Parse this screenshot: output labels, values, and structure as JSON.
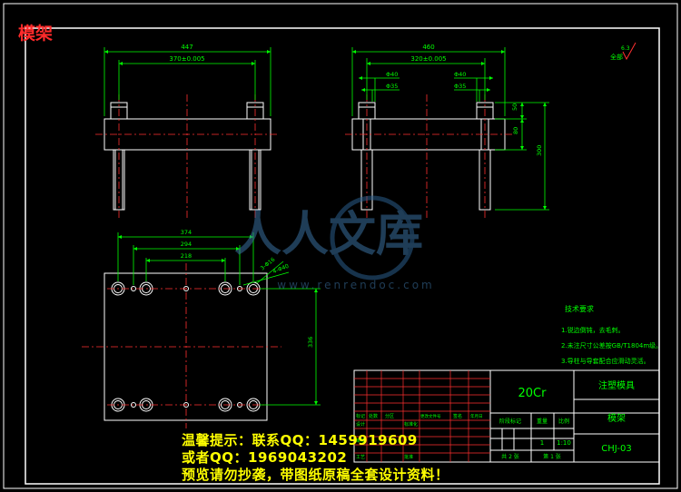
{
  "drawing": {
    "title": "模架",
    "colors": {
      "background": "#000000",
      "part": "#ffffff",
      "dimension": "#00ff00",
      "centerline": "#ff3030",
      "hatch": "#ffffff"
    },
    "views": {
      "front": {
        "dim_overall": "447",
        "dim_pitch": "370±0.005"
      },
      "side": {
        "dim_overall": "460",
        "dim_pitch": "320±0.005",
        "dia_outer_left": "Φ40",
        "dia_inner_left": "Φ35",
        "dia_outer_right": "Φ40",
        "dia_inner_right": "Φ35",
        "dim_top": "50",
        "dim_mid": "80",
        "dim_total": "300"
      },
      "plan": {
        "dim_w1": "374",
        "dim_w2": "294",
        "dim_w3": "218",
        "note_holes": "3-Φ16",
        "note_holes2": "4-Φ40",
        "dim_height": "336"
      }
    },
    "roughness": {
      "label": "全部",
      "value": "6.3"
    },
    "technical_requirements": {
      "heading": "技术要求",
      "items": [
        "1.锐边倒钝，去毛刺。",
        "2.未注尺寸公差按GB/T1804m级。",
        "3.导柱与导套配合应滑动灵活。"
      ]
    },
    "title_block": {
      "material": "20Cr",
      "company": "注塑模具",
      "part_name": "模架",
      "drawing_no": "CHJ-03",
      "stage_label": "阶段标记",
      "weight_label": "重量",
      "scale_label": "比例",
      "quantity": "1",
      "scale": "1:10",
      "sheets_total": "共 2 张",
      "sheet_no": "第 1 张",
      "header_labels": [
        "标记",
        "处数",
        "分区",
        "更改文件号",
        "签名",
        "年月日"
      ],
      "role_labels": [
        "设计",
        "标准化",
        "审核",
        "工艺",
        "批准"
      ]
    },
    "watermark": {
      "brand": "人人文库",
      "url": "www.renrendoc.com"
    },
    "promo_lines": [
      "温馨提示：联系QQ：1459919609",
      "或者QQ：1969043202",
      "预览请勿抄袭，带图纸原稿全套设计资料！"
    ]
  }
}
